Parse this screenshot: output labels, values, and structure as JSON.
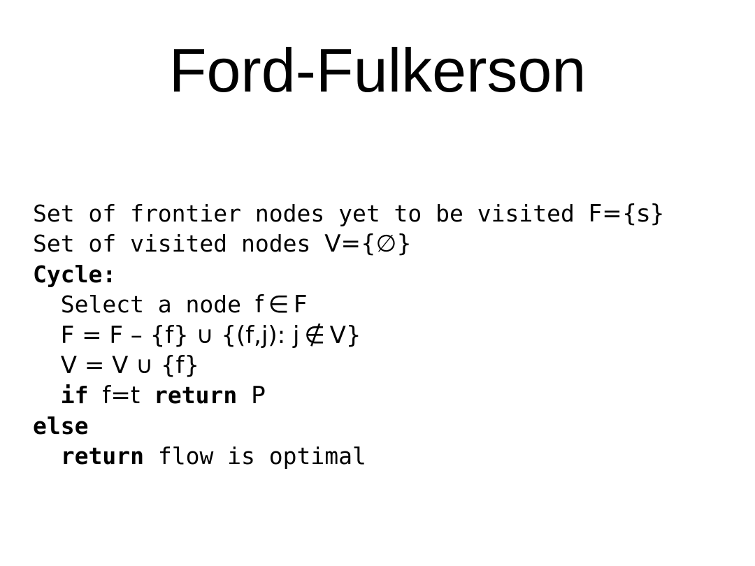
{
  "slide": {
    "title": "Ford-Fulkerson",
    "background_color": "#ffffff",
    "text_color": "#000000"
  },
  "pseudocode": {
    "lines": [
      [
        {
          "t": "Set of frontier nodes yet to be visited ",
          "f": "mono"
        },
        {
          "t": "F={s}",
          "f": "math"
        }
      ],
      [
        {
          "t": "Set of visited nodes ",
          "f": "mono"
        },
        {
          "t": "V={∅}",
          "f": "math"
        }
      ],
      [
        {
          "t": "Cycle:",
          "f": "bold"
        }
      ],
      [
        {
          "t": "  Select a node ",
          "f": "mono"
        },
        {
          "t": "f ∈ F",
          "f": "math"
        }
      ],
      [
        {
          "t": "  ",
          "f": "mono"
        },
        {
          "t": "F = F – {f} ∪ {(f,j): j ∉ V}",
          "f": "math"
        }
      ],
      [
        {
          "t": "  ",
          "f": "mono"
        },
        {
          "t": "V = V ∪ {f}",
          "f": "math"
        }
      ],
      [
        {
          "t": "  ",
          "f": "mono"
        },
        {
          "t": "if",
          "f": "bold"
        },
        {
          "t": " ",
          "f": "mono"
        },
        {
          "t": "f=t",
          "f": "math"
        },
        {
          "t": " ",
          "f": "mono"
        },
        {
          "t": "return",
          "f": "bold"
        },
        {
          "t": " ",
          "f": "mono"
        },
        {
          "t": "P",
          "f": "math"
        }
      ],
      [
        {
          "t": "else",
          "f": "bold"
        }
      ],
      [
        {
          "t": "  ",
          "f": "mono"
        },
        {
          "t": "return",
          "f": "bold"
        },
        {
          "t": " flow is optimal",
          "f": "mono"
        }
      ]
    ]
  }
}
